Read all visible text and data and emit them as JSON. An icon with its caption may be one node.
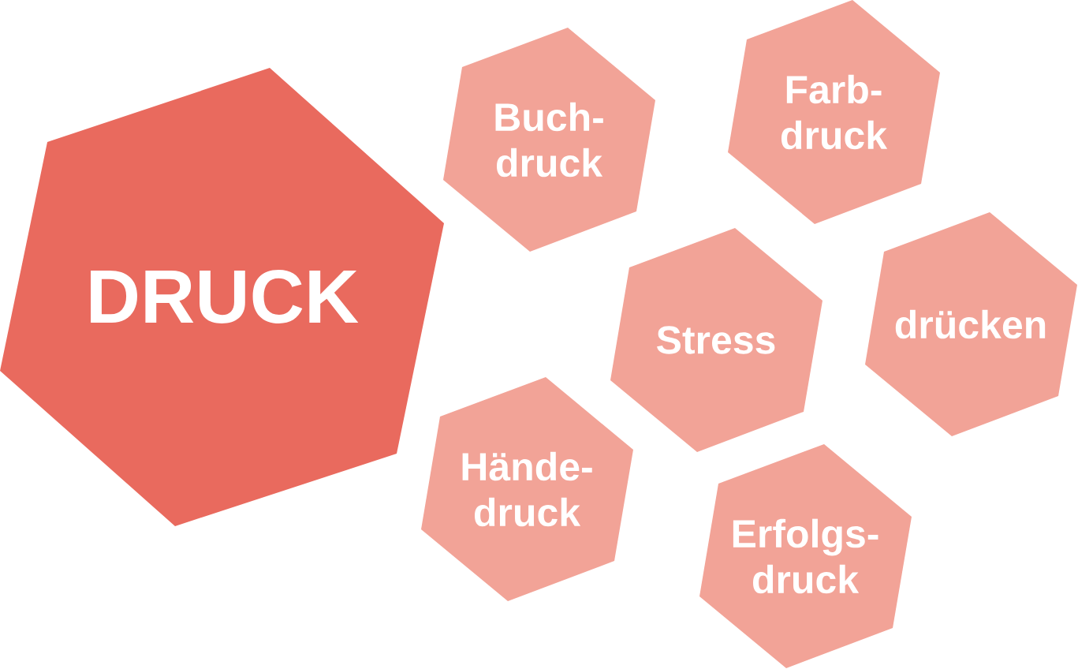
{
  "diagram": {
    "nodes": [
      {
        "text": [
          "DRUCK"
        ]
      },
      {
        "text": [
          "Buch- druck"
        ]
      },
      {
        "text": [
          "Farb- druck"
        ]
      },
      {
        "text": [
          "Stress"
        ]
      },
      {
        "text": [
          "drücken"
        ]
      },
      {
        "text": [
          "Hände- druck"
        ]
      },
      {
        "text": [
          "Erfolgs- druck"
        ]
      }
    ]
  }
}
